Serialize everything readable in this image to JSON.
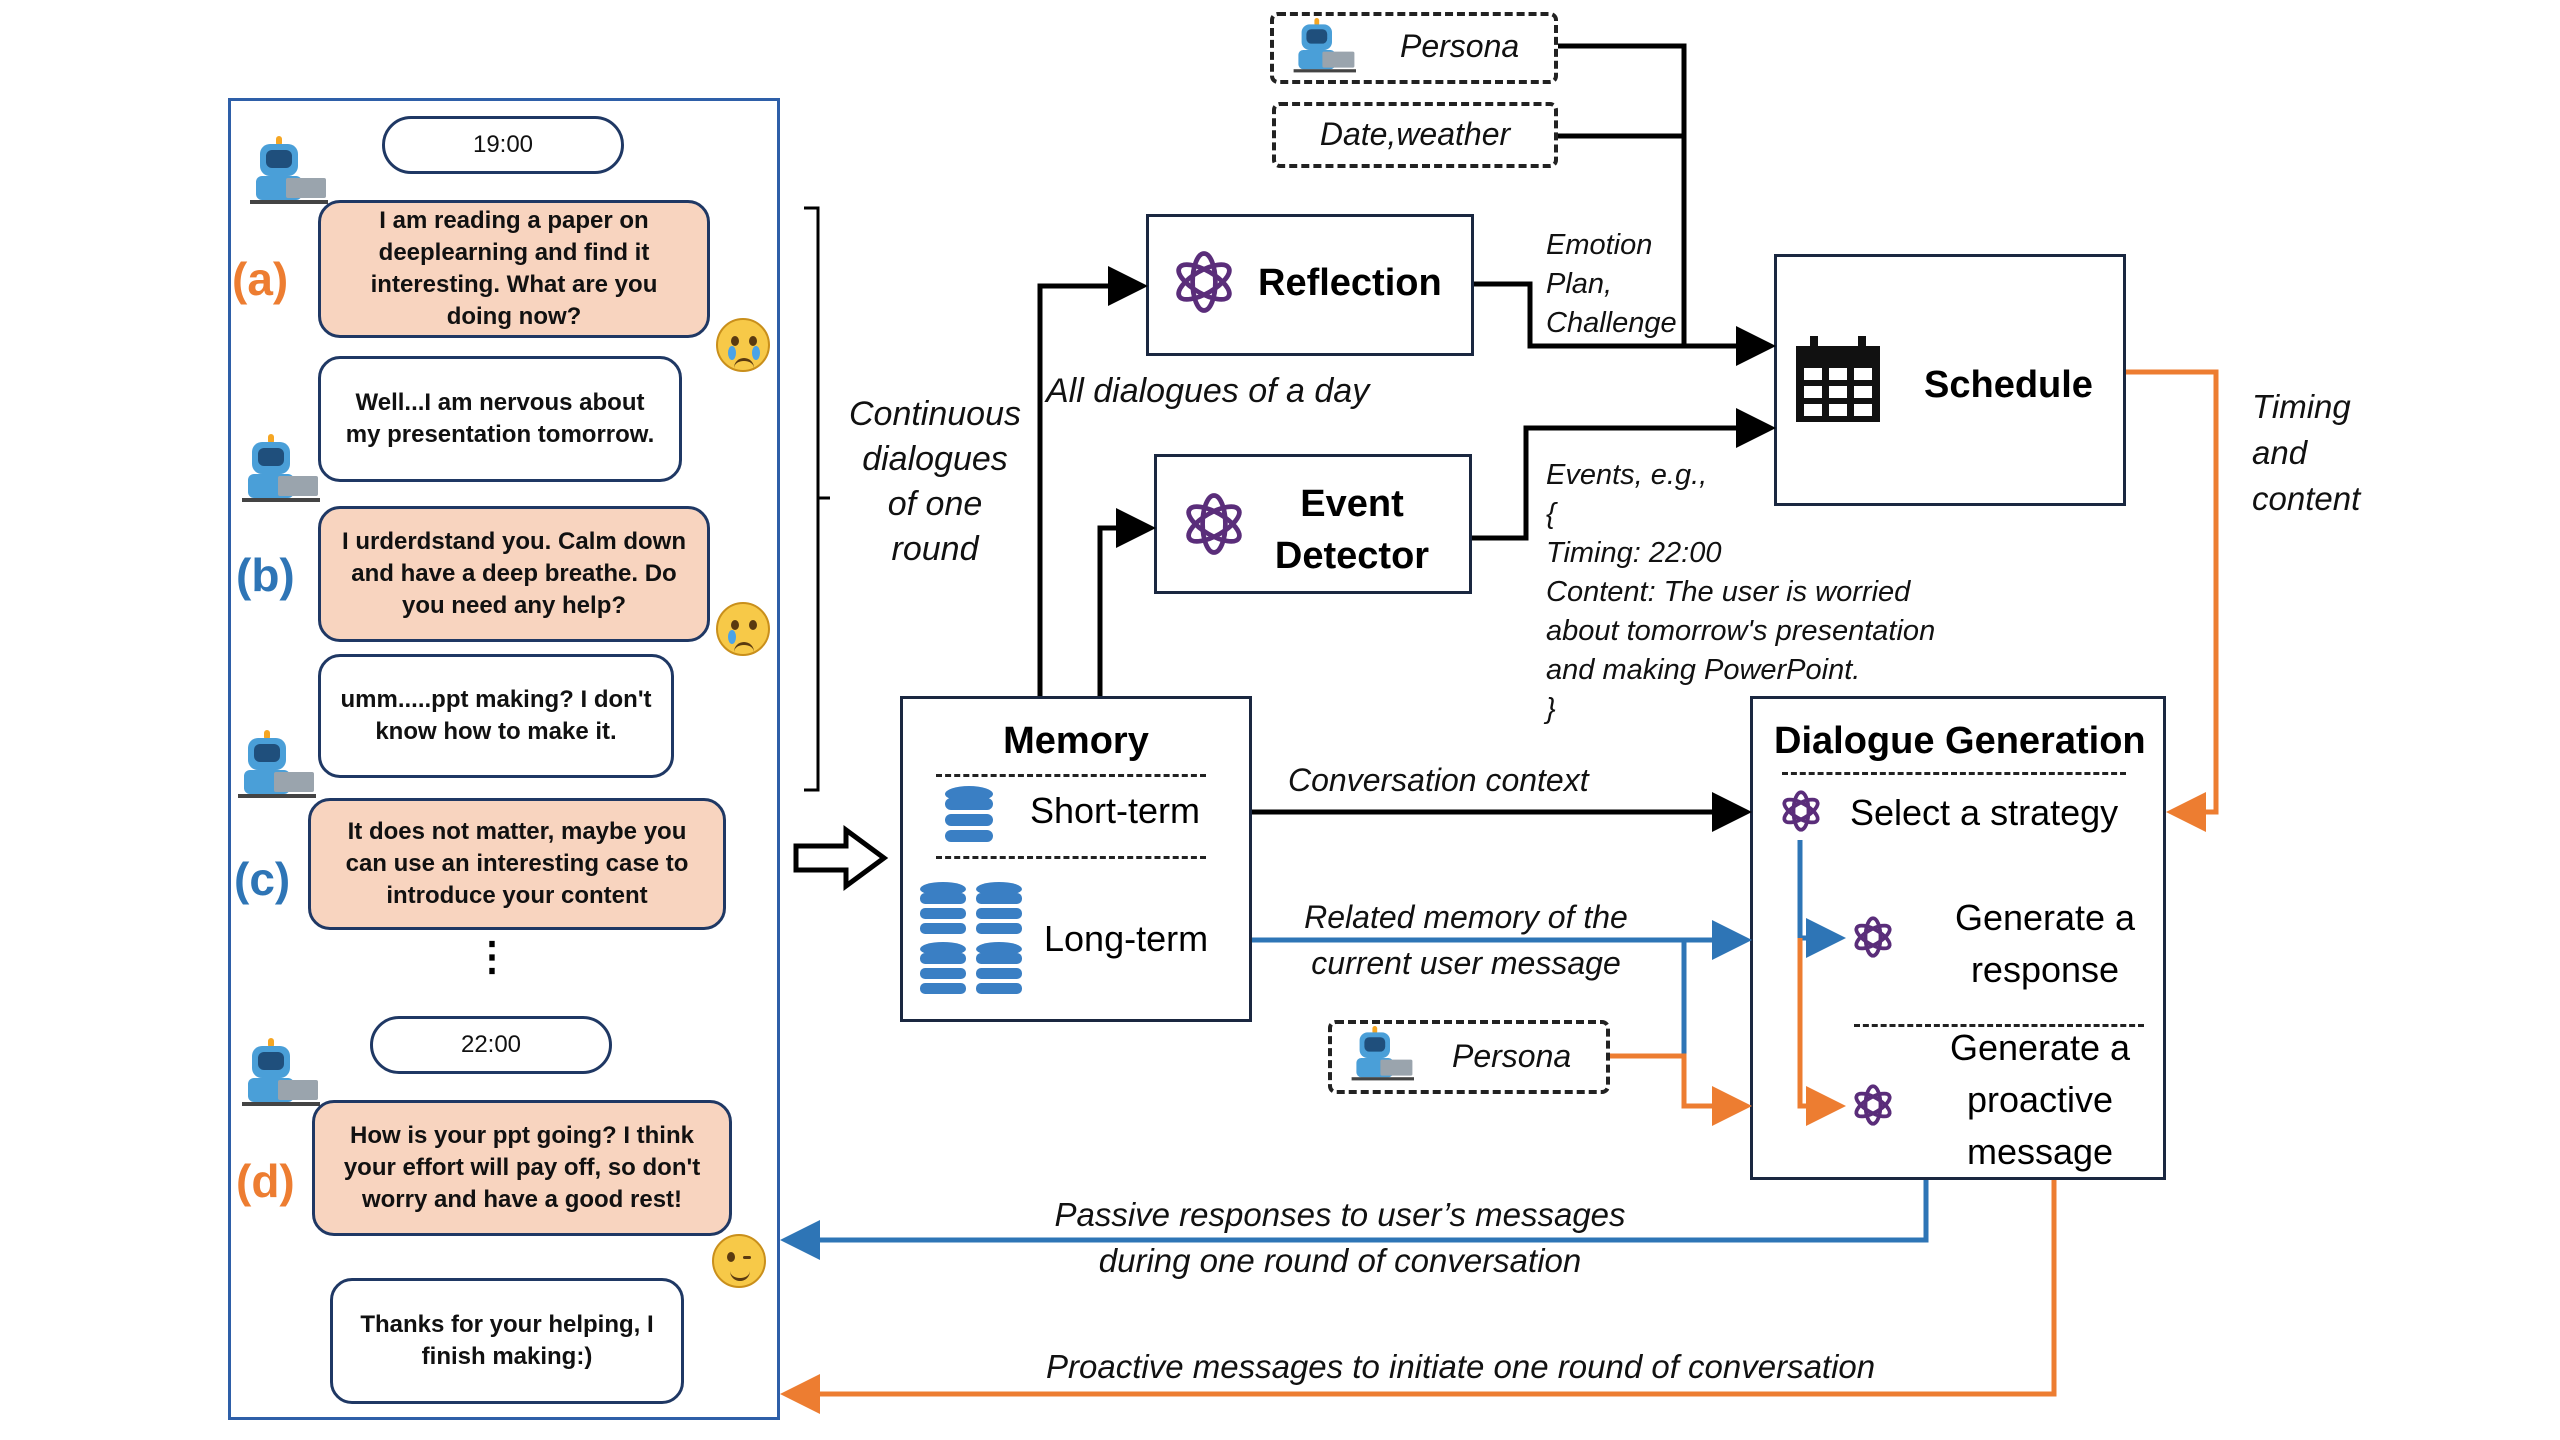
{
  "chat": {
    "times": [
      "19:00",
      "22:00"
    ],
    "tags": [
      "(a)",
      "(b)",
      "(c)",
      "(d)"
    ],
    "bubbles": [
      "I am reading a paper on deeplearning and find it interesting. What are you doing now?",
      "Well...I am nervous about my presentation tomorrow.",
      "I urderdstand you. Calm down and have a deep breathe. Do you need any help?",
      "umm.....ppt making? I don't know how to make it.",
      "It does not matter, maybe you can use an interesting case to introduce your content",
      "How is your ppt going? I think your effort will pay off, so don't worry and have a good rest!",
      "Thanks for your helping, I finish making:)"
    ],
    "ellipsis": "⋮"
  },
  "brace_label": [
    "Continuous",
    "dialogues",
    "of one",
    "round"
  ],
  "nodes": {
    "persona_top": "Persona",
    "date_weather": "Date,weather",
    "reflection": "Reflection",
    "event_detector": [
      "Event",
      "Detector"
    ],
    "schedule": "Schedule",
    "memory": {
      "title": "Memory",
      "short": "Short-term",
      "long": "Long-term"
    },
    "dialogue": {
      "title": "Dialogue Generation",
      "strategy": "Select a strategy",
      "response": [
        "Generate a",
        "response"
      ],
      "proactive": [
        "Generate a",
        "proactive",
        "message"
      ]
    },
    "persona_bottom": "Persona"
  },
  "edge_labels": {
    "all_dialogues": "All dialogues of a day",
    "emotion": [
      "Emotion",
      "Plan,",
      "Challenge"
    ],
    "events": [
      "Events, e.g.,",
      "{",
      "Timing: 22:00",
      "Content: The user is worried",
      "about tomorrow's presentation",
      "and making PowerPoint.",
      "}"
    ],
    "timing_content": [
      "Timing",
      "and",
      "content"
    ],
    "conversation_context": "Conversation context",
    "related_memory": [
      "Related memory of the",
      "current user message"
    ],
    "passive": [
      "Passive responses to user’s messages",
      "during one round of conversation"
    ],
    "proactive": "Proactive messages to initiate one round of conversation"
  },
  "colors": {
    "blue": "#2e75b6",
    "orange": "#ed7d31",
    "black": "#000000",
    "bot_bubble": "#f8d4bf",
    "gpt": "#5a2d7a"
  }
}
